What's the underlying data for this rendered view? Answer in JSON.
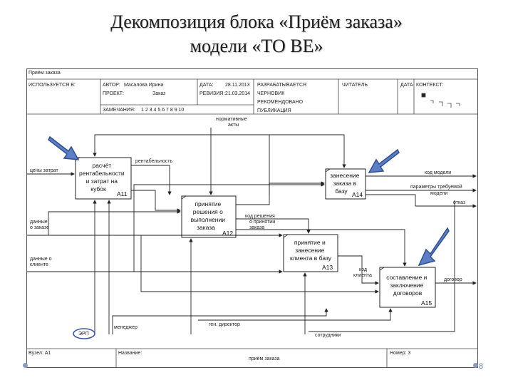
{
  "slide": {
    "title_line1": "Декомпозиция блока «Приём заказа»",
    "title_line2": "модели «ТО ВЕ»",
    "page_number": "8"
  },
  "header": {
    "tab": "Приём заказа",
    "used_at": "ИСПОЛЬЗУЕТСЯ В:",
    "author_label": "АВТОР:",
    "author_value": "Масалова Ирина",
    "project_label": "ПРОЕКТ:",
    "project_value": "Заказ",
    "date_label": "ДАТА:",
    "date_value": "28.11.2013",
    "revision_label": "РЕВИЗИЯ:",
    "revision_value": "21.03.2014",
    "notes_label": "ЗАМЕЧАНИЯ:",
    "notes_value": "1 2 3 4 5 6 7 8 9 10",
    "status_working": "РАЗРАБАТЫВАЕТСЯ",
    "status_draft": "ЧЕРНОВИК",
    "status_recommended": "РЕКОМЕНДОВАНО",
    "status_publication": "ПУБЛИКАЦИЯ",
    "reader_label": "ЧИТАТЕЛЬ",
    "date2_label": "ДАТА",
    "context_label": "КОНТЕКСТ:"
  },
  "blocks": [
    {
      "id": "a11",
      "lines": [
        "расчёт",
        "рентабельности",
        "и затрат на",
        "кубок"
      ],
      "number": "А11"
    },
    {
      "id": "a12",
      "lines": [
        "принятие",
        "решения о",
        "выполнении",
        "заказа"
      ],
      "number": "А12"
    },
    {
      "id": "a13",
      "lines": [
        "принятие и",
        "занесение",
        "клиента в базу"
      ],
      "number": "А13"
    },
    {
      "id": "a14",
      "lines": [
        "занесение",
        "заказа в",
        "базу"
      ],
      "number": "А14"
    },
    {
      "id": "a15",
      "lines": [
        "составление и",
        "заключение",
        "договоров"
      ],
      "number": "А15"
    }
  ],
  "arrow_labels": {
    "incoming_top": "нормативные\nакты",
    "ceny_zatrat": "цены затрат",
    "dannye_o_zakaze": "данные\nо заказе",
    "dannye_o_kliente": "данные о\nклиенте",
    "rentabelnost": "рентабельность",
    "kod_modeli": "код модели",
    "parametry": "параметры требуемой\nмодели",
    "otkaz": "отказ",
    "kod_reshenie": "код решения\nо принятии\nзаказа",
    "kod_klienta": "код\nклиента",
    "dogovor": "договор",
    "menedzher": "менеджер",
    "gen_direktor": "ген. директор",
    "sotrudniki": "сотрудники",
    "erp": "ЭРП"
  },
  "footer": {
    "node_label": "Вузел: А1",
    "name_label": "Название:",
    "name_value": "приём заказа",
    "number_label": "Номер: 3"
  }
}
